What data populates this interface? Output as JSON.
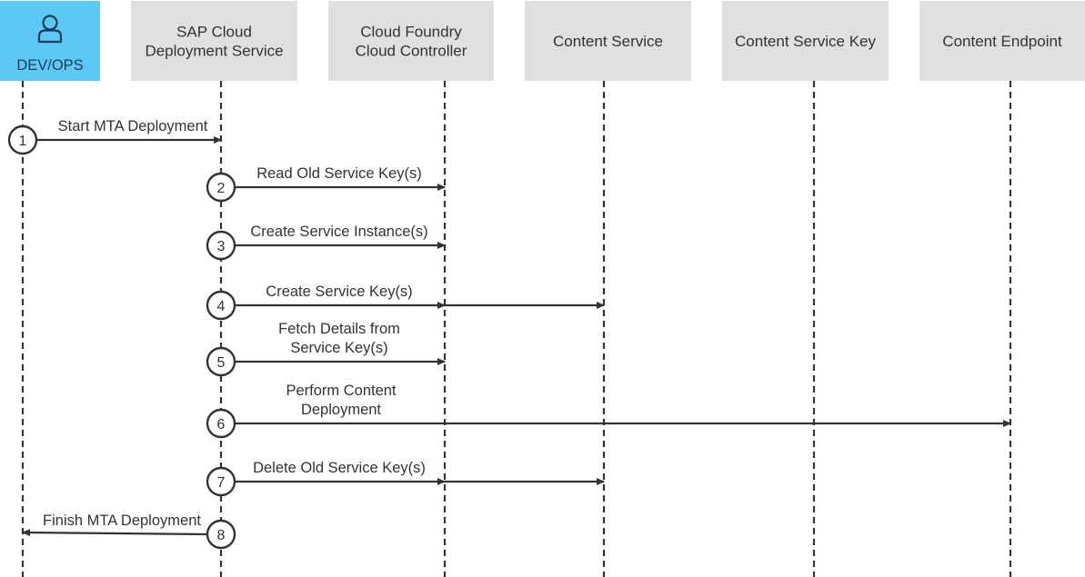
{
  "actor": {
    "label": "DEV/OPS",
    "icon": "user-icon",
    "color": "#5bc8f5"
  },
  "participants": [
    {
      "id": "deploy",
      "lines": [
        "SAP Cloud",
        "Deployment Service"
      ]
    },
    {
      "id": "cfcc",
      "lines": [
        "Cloud Foundry",
        "Cloud Controller"
      ]
    },
    {
      "id": "content",
      "lines": [
        "Content Service"
      ]
    },
    {
      "id": "key",
      "lines": [
        "Content Service Key"
      ]
    },
    {
      "id": "endpoint",
      "lines": [
        "Content Endpoint"
      ]
    }
  ],
  "header_color": "#e0e0e0",
  "line_color": "#333333",
  "steps": [
    {
      "n": "1",
      "lines": [
        "Start MTA Deployment"
      ],
      "from": "actor",
      "to": "deploy"
    },
    {
      "n": "2",
      "lines": [
        "Read Old Service Key(s)"
      ],
      "from": "deploy",
      "to": "cfcc"
    },
    {
      "n": "3",
      "lines": [
        "Create Service Instance(s)"
      ],
      "from": "deploy",
      "to": "cfcc"
    },
    {
      "n": "4",
      "lines": [
        "Create Service Key(s)"
      ],
      "from": "deploy",
      "to": "cfcc",
      "continue_to": "content"
    },
    {
      "n": "5",
      "lines": [
        "Fetch Details from",
        "Service Key(s)"
      ],
      "from": "deploy",
      "to": "cfcc"
    },
    {
      "n": "6",
      "lines": [
        "Perform Content",
        "Deployment"
      ],
      "from": "deploy",
      "to": "endpoint"
    },
    {
      "n": "7",
      "lines": [
        "Delete Old Service Key(s)"
      ],
      "from": "deploy",
      "to": "cfcc",
      "continue_to": "content"
    },
    {
      "n": "8",
      "lines": [
        "Finish MTA Deployment"
      ],
      "from": "deploy",
      "to": "actor"
    }
  ]
}
